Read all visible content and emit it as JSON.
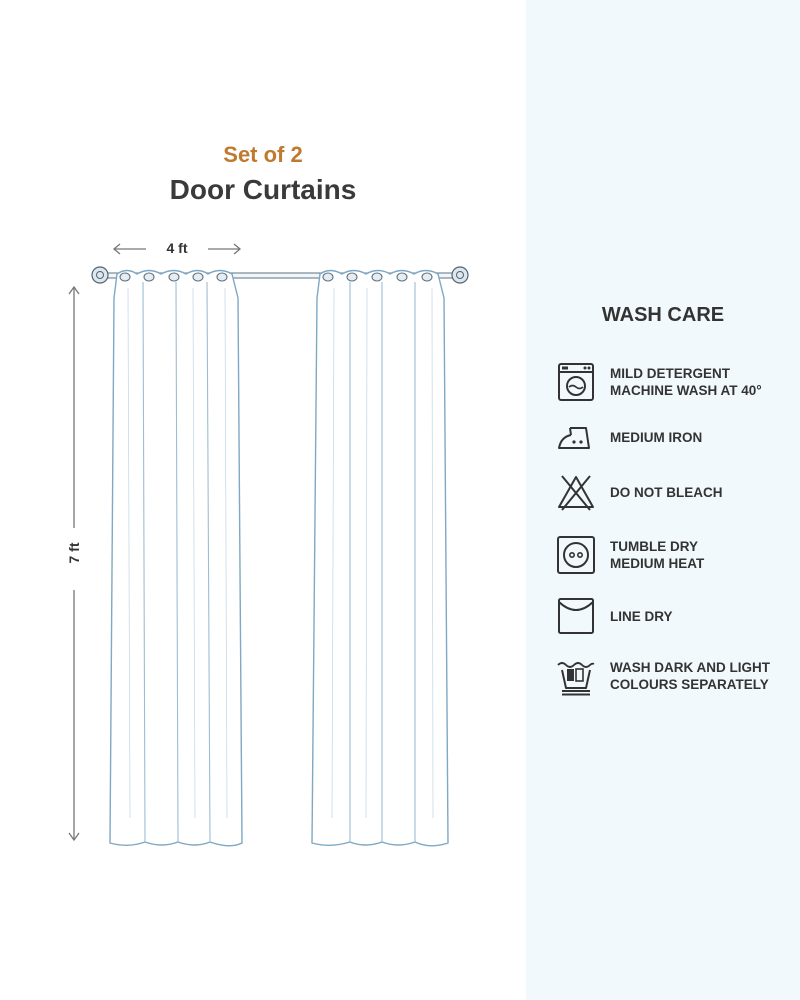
{
  "header": {
    "subtitle": "Set of 2",
    "title": "Door Curtains"
  },
  "dimensions": {
    "width_label": "4 ft",
    "height_label": "7 ft"
  },
  "wash_care": {
    "title": "WASH CARE",
    "items": [
      {
        "icon": "washing-machine-icon",
        "lines": [
          "MILD DETERGENT",
          "MACHINE WASH AT 40°"
        ]
      },
      {
        "icon": "iron-icon",
        "lines": [
          "MEDIUM IRON"
        ]
      },
      {
        "icon": "no-bleach-icon",
        "lines": [
          "DO NOT BLEACH"
        ]
      },
      {
        "icon": "tumble-dry-icon",
        "lines": [
          "TUMBLE DRY",
          "MEDIUM HEAT"
        ]
      },
      {
        "icon": "line-dry-icon",
        "lines": [
          "LINE DRY"
        ]
      },
      {
        "icon": "separate-colours-icon",
        "lines": [
          "WASH DARK AND LIGHT",
          "COLOURS SEPARATELY"
        ]
      }
    ]
  },
  "colors": {
    "accent": "#c07a30",
    "right_panel_bg": "#f2f9fd",
    "curtain_outline": "#7fa8c4",
    "text": "#333333"
  }
}
